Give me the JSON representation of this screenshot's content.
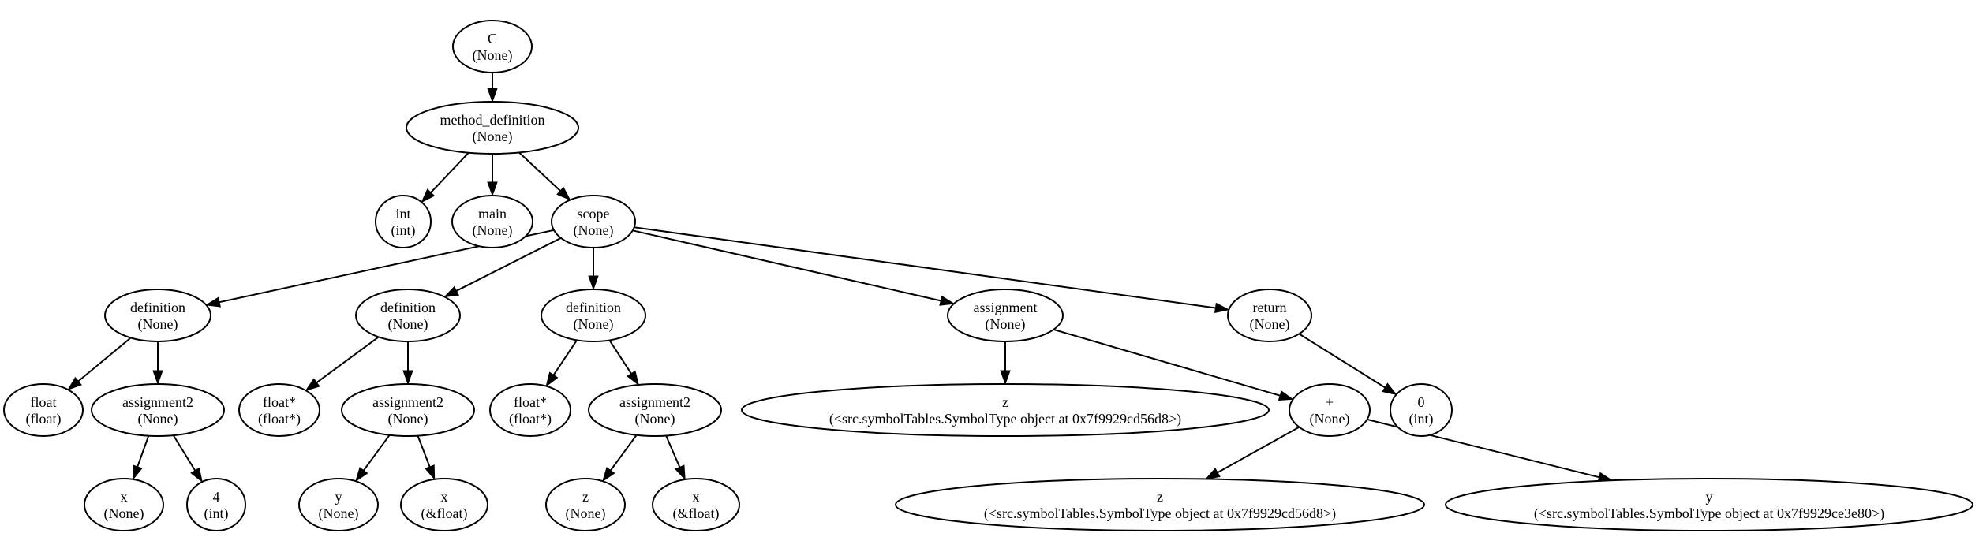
{
  "nodes": [
    {
      "id": "n1",
      "label": "C",
      "type": "(None)"
    },
    {
      "id": "n2",
      "label": "method_definition",
      "type": "(None)"
    },
    {
      "id": "n3",
      "label": "int",
      "type": "(int)"
    },
    {
      "id": "n4",
      "label": "main",
      "type": "(None)"
    },
    {
      "id": "n5",
      "label": "scope",
      "type": "(None)"
    },
    {
      "id": "n6",
      "label": "definition",
      "type": "(None)"
    },
    {
      "id": "n7",
      "label": "definition",
      "type": "(None)"
    },
    {
      "id": "n8",
      "label": "definition",
      "type": "(None)"
    },
    {
      "id": "n9",
      "label": "assignment",
      "type": "(None)"
    },
    {
      "id": "n10",
      "label": "return",
      "type": "(None)"
    },
    {
      "id": "n11",
      "label": "float",
      "type": "(float)"
    },
    {
      "id": "n12",
      "label": "assignment2",
      "type": "(None)"
    },
    {
      "id": "n13",
      "label": "float*",
      "type": "(float*)"
    },
    {
      "id": "n14",
      "label": "assignment2",
      "type": "(None)"
    },
    {
      "id": "n15",
      "label": "float*",
      "type": "(float*)"
    },
    {
      "id": "n16",
      "label": "assignment2",
      "type": "(None)"
    },
    {
      "id": "n17",
      "label": "z",
      "type": "(<src.symbolTables.SymbolType object at 0x7f9929cd56d8>)"
    },
    {
      "id": "n18",
      "label": "+",
      "type": "(None)"
    },
    {
      "id": "n19",
      "label": "0",
      "type": "(int)"
    },
    {
      "id": "n20",
      "label": "x",
      "type": "(None)"
    },
    {
      "id": "n21",
      "label": "4",
      "type": "(int)"
    },
    {
      "id": "n22",
      "label": "y",
      "type": "(None)"
    },
    {
      "id": "n23",
      "label": "x",
      "type": "(&float)"
    },
    {
      "id": "n24",
      "label": "z",
      "type": "(None)"
    },
    {
      "id": "n25",
      "label": "x",
      "type": "(&float)"
    },
    {
      "id": "n26",
      "label": "z",
      "type": "(<src.symbolTables.SymbolType object at 0x7f9929cd56d8>)"
    },
    {
      "id": "n27",
      "label": "y",
      "type": "(<src.symbolTables.SymbolType object at 0x7f9929ce3e80>)"
    }
  ],
  "edges": [
    [
      "n1",
      "n2"
    ],
    [
      "n2",
      "n3"
    ],
    [
      "n2",
      "n4"
    ],
    [
      "n2",
      "n5"
    ],
    [
      "n5",
      "n6"
    ],
    [
      "n5",
      "n7"
    ],
    [
      "n5",
      "n8"
    ],
    [
      "n5",
      "n9"
    ],
    [
      "n5",
      "n10"
    ],
    [
      "n6",
      "n11"
    ],
    [
      "n6",
      "n12"
    ],
    [
      "n7",
      "n13"
    ],
    [
      "n7",
      "n14"
    ],
    [
      "n8",
      "n15"
    ],
    [
      "n8",
      "n16"
    ],
    [
      "n9",
      "n17"
    ],
    [
      "n9",
      "n18"
    ],
    [
      "n10",
      "n19"
    ],
    [
      "n12",
      "n20"
    ],
    [
      "n12",
      "n21"
    ],
    [
      "n14",
      "n22"
    ],
    [
      "n14",
      "n23"
    ],
    [
      "n16",
      "n24"
    ],
    [
      "n16",
      "n25"
    ],
    [
      "n18",
      "n26"
    ],
    [
      "n18",
      "n27"
    ]
  ]
}
